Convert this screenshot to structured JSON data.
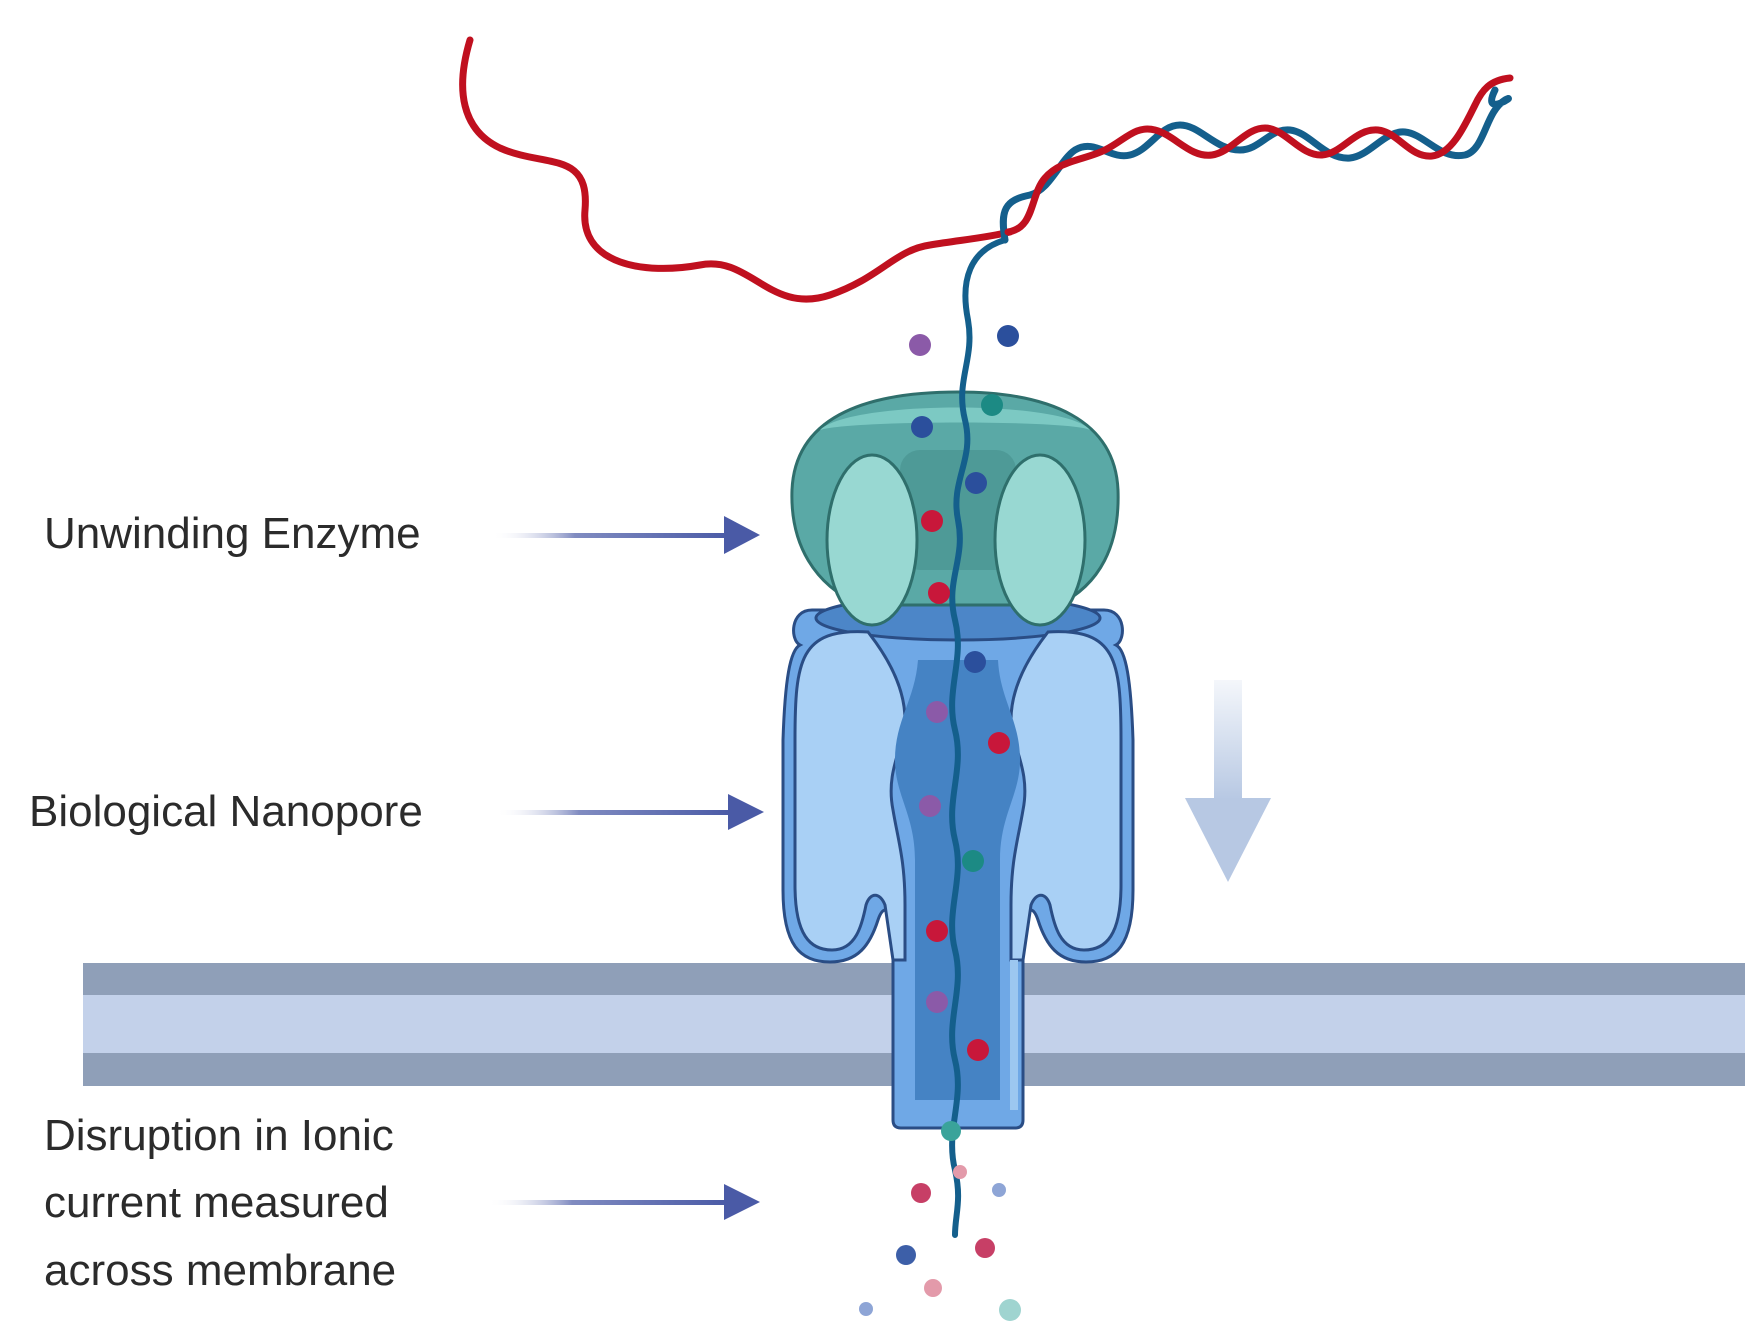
{
  "labels": {
    "enzyme": "Unwinding Enzyme",
    "nanopore": "Biological Nanopore",
    "disruption_line1": "Disruption in Ionic",
    "disruption_line2": "current measured",
    "disruption_line3": "across membrane"
  },
  "colors": {
    "strand_red": "#c0101f",
    "strand_blue": "#145f8c",
    "enzyme_dark": "#5aa9a6",
    "enzyme_light": "#98d8d2",
    "pore_outer": "#6fa8e6",
    "pore_light": "#a9d0f5",
    "pore_channel": "#4583c4",
    "membrane_dark": "#8f9fb8",
    "membrane_light": "#c3d1ea",
    "arrow": "#4a5aa6",
    "flow_arrow": "#b7c8e3"
  },
  "icons": {
    "label_pointer": "right-arrow-icon",
    "flow_direction": "down-arrow-icon"
  }
}
